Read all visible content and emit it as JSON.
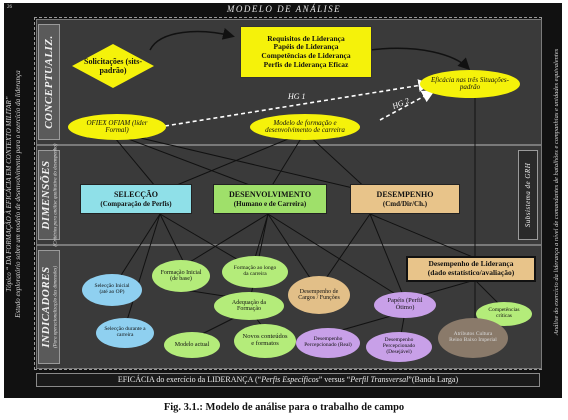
{
  "header": {
    "title": "MODELO DE ANÁLISE"
  },
  "left_rail": {
    "line1": "Tópico “ DA FORMAÇÃO À EFICÁCIA EM CONTEXTO MILITAR”",
    "line2": "Estudo exploratório sobre um modelo de desenvolvimento para o exercício da liderança",
    "marker": "26"
  },
  "right_rail": {
    "text": "Análise do exercício da liderança a nível de comandantes de batalhões e companhias e unidades equivalentes"
  },
  "bands": {
    "conceptual": "CONCEPTUALIZ.",
    "dimensions": "DIMENSÕES",
    "dimensions_sub": "(Critérios para análise qualitativa do desempenho)",
    "indicators": "INDICADORES",
    "indicators_sub": "(Para operacionalização das dimensões)"
  },
  "conceptual": {
    "solicitacoes": "Solicitações (sits-padrão)",
    "requisitos": [
      "Requisitos de Liderança",
      "Papéis de Liderança",
      "Competências de Liderança",
      "Perfis de Liderança Eficaz"
    ],
    "eficacia": "Eficácia nas três Situações-padrão",
    "oficiais": "OFIEX  OFIAM (líder Formal)",
    "modelo": "Modelo de formação e desenvolvimento de carreira",
    "hg1": "HG 1",
    "hg2": "HG 2"
  },
  "dimensions": {
    "seleccao_title": "SELECÇÃO",
    "seleccao_sub": "(Comparação de Perfis)",
    "desenvolvimento_title": "DESENVOLVIMENTO",
    "desenvolvimento_sub": "(Humano e de Carreira)",
    "desempenho_title": "DESEMPENHO",
    "desempenho_sub": "(Cmd/Dir/Ch.)",
    "subsistema": "Subsistema de GRH"
  },
  "indicators": {
    "desempenho_lid_title": "Desempenho de Liderança",
    "desempenho_lid_sub": "(dado estatístico/avaliação)",
    "selec_inicial": "Selecção Inicial (até ao OP)",
    "selec_durante": "Selecção durante a carreira",
    "formacao_inicial": "Formação Inicial (de base)",
    "formacao_longo": "Formação ao longo da carreira",
    "adequacao": "Adequação da Formação",
    "modelo_actual": "Modelo actual",
    "novos_conteudos": "Novos conteúdos e formatos",
    "desempenho_cargos": "Desempenho de Cargos / Funções",
    "papeis": "Papéis (Perfil Ótimo)",
    "competencias": "Competências críticas",
    "desemp_percep_real": "Desempenho Percepcionado (Real)",
    "desemp_percep_desej": "Desempenho Percepcionado (Desejável)",
    "atributos": "Atributos Cultura Reino Baixo Imperial"
  },
  "footer_band": {
    "text_a": "EFICÁCIA do exercício da LIDERANÇA (“",
    "text_b": "Perfis Específicos",
    "text_c": "” versus “",
    "text_d": "Perfil Transversal",
    "text_e": "”(Banda Larga)"
  },
  "caption": "Fig. 3.1.: Modelo de análise para o trabalho de campo",
  "colors": {
    "yellow": "#f5f20a",
    "cyan": "#8fe0e8",
    "green": "#9fe06a",
    "tan": "#e8c48a",
    "blue_oval": "#8fd0f0",
    "green_oval": "#b4ec7a",
    "tan_oval": "#e2bf88",
    "purple_oval": "#c8a0e8",
    "grey_oval": "#8a7a6a"
  }
}
